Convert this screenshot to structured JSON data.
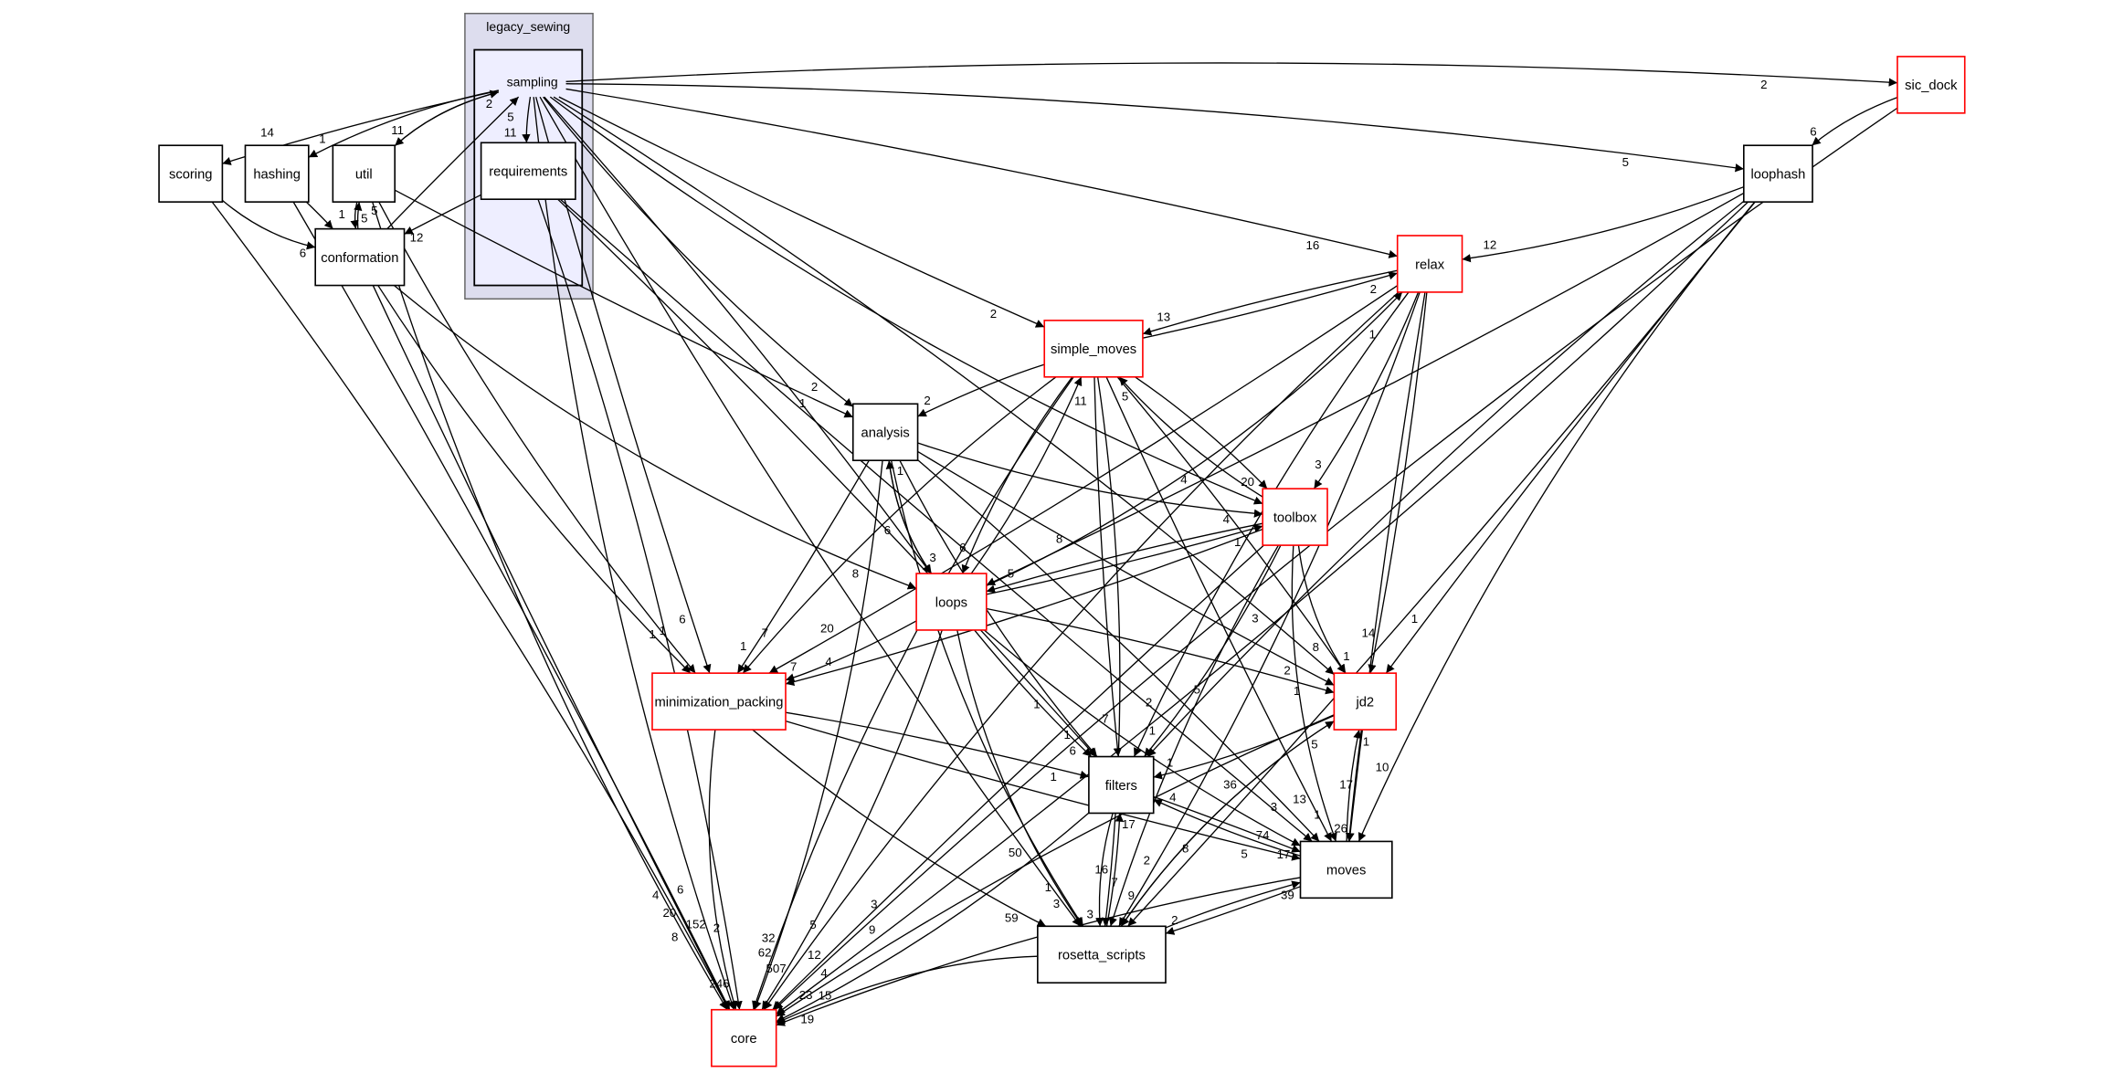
{
  "graph": {
    "outer_cluster": {
      "label": "legacy_sewing",
      "fill": "#ddddee",
      "stroke": "#666666"
    },
    "inner_cluster": {
      "label": "sampling",
      "fill": "#eeeeff",
      "stroke": "#000000"
    },
    "nodes": {
      "requirements": {
        "label": "requirements",
        "border": "#000000"
      },
      "scoring": {
        "label": "scoring",
        "border": "#000000"
      },
      "hashing": {
        "label": "hashing",
        "border": "#000000"
      },
      "util": {
        "label": "util",
        "border": "#000000"
      },
      "conformation": {
        "label": "conformation",
        "border": "#000000"
      },
      "sic_dock": {
        "label": "sic_dock",
        "border": "#ff0000"
      },
      "loophash": {
        "label": "loophash",
        "border": "#000000"
      },
      "relax": {
        "label": "relax",
        "border": "#ff0000"
      },
      "simple_moves": {
        "label": "simple_moves",
        "border": "#ff0000"
      },
      "analysis": {
        "label": "analysis",
        "border": "#000000"
      },
      "toolbox": {
        "label": "toolbox",
        "border": "#ff0000"
      },
      "loops": {
        "label": "loops",
        "border": "#ff0000"
      },
      "minimization_packing": {
        "label": "minimization_packing",
        "border": "#ff0000"
      },
      "jd2": {
        "label": "jd2",
        "border": "#ff0000"
      },
      "filters": {
        "label": "filters",
        "border": "#000000"
      },
      "moves": {
        "label": "moves",
        "border": "#000000"
      },
      "rosetta_scripts": {
        "label": "rosetta_scripts",
        "border": "#000000"
      },
      "core": {
        "label": "core",
        "border": "#ff0000"
      }
    },
    "edges": [
      [
        "sampling",
        "sic_dock",
        "2"
      ],
      [
        "sampling",
        "requirements",
        "11"
      ],
      [
        "sampling",
        "scoring",
        "14"
      ],
      [
        "sampling",
        "hashing",
        "1"
      ],
      [
        "sampling",
        "util",
        "11"
      ],
      [
        "sampling",
        "loophash",
        "5"
      ],
      [
        "sampling",
        "relax",
        "16"
      ],
      [
        "sampling",
        "simple_moves",
        "2"
      ],
      [
        "sampling",
        "analysis",
        "2"
      ],
      [
        "sampling",
        "toolbox",
        "4"
      ],
      [
        "sampling",
        "jd2",
        "3"
      ],
      [
        "sampling",
        "loops",
        "6"
      ],
      [
        "sampling",
        "minimization_packing",
        "6"
      ],
      [
        "sampling",
        "rosetta_scripts",
        "50"
      ],
      [
        "sampling",
        "core",
        "152"
      ],
      [
        "util",
        "sampling",
        "2"
      ],
      [
        "conformation",
        "sampling",
        "5"
      ],
      [
        "util",
        "conformation",
        "5"
      ],
      [
        "conformation",
        "util",
        "5"
      ],
      [
        "scoring",
        "conformation",
        "6"
      ],
      [
        "hashing",
        "conformation",
        "1"
      ],
      [
        "requirements",
        "conformation",
        "12"
      ],
      [
        "util",
        "analysis",
        "1"
      ],
      [
        "util",
        "minimization_packing",
        "1"
      ],
      [
        "util",
        "core",
        "8"
      ],
      [
        "scoring",
        "core",
        "4"
      ],
      [
        "hashing",
        "core",
        "6"
      ],
      [
        "conformation",
        "core",
        "20"
      ],
      [
        "conformation",
        "minimization_packing",
        "1"
      ],
      [
        "conformation",
        "loops",
        "8"
      ],
      [
        "requirements",
        "core",
        "2"
      ],
      [
        "requirements",
        "filters",
        "1"
      ],
      [
        "requirements",
        "moves",
        "36"
      ],
      [
        "sic_dock",
        "loophash",
        "6"
      ],
      [
        "sic_dock",
        "core",
        "3"
      ],
      [
        "loophash",
        "relax",
        "12"
      ],
      [
        "loophash",
        "loops",
        "8"
      ],
      [
        "loophash",
        "jd2",
        "1"
      ],
      [
        "loophash",
        "filters",
        "5"
      ],
      [
        "loophash",
        "moves",
        "10"
      ],
      [
        "loophash",
        "core",
        "9"
      ],
      [
        "loophash",
        "rosetta_scripts",
        "8"
      ],
      [
        "relax",
        "simple_moves",
        "13"
      ],
      [
        "simple_moves",
        "relax",
        "2"
      ],
      [
        "loops",
        "relax",
        "1"
      ],
      [
        "relax",
        "toolbox",
        "3"
      ],
      [
        "relax",
        "jd2",
        "14"
      ],
      [
        "relax",
        "moves",
        "17"
      ],
      [
        "relax",
        "filters",
        "2"
      ],
      [
        "relax",
        "core",
        "5"
      ],
      [
        "relax",
        "rosetta_scripts",
        "2"
      ],
      [
        "relax",
        "minimization_packing",
        "20"
      ],
      [
        "simple_moves",
        "analysis",
        "2"
      ],
      [
        "simple_moves",
        "loops",
        "6"
      ],
      [
        "loops",
        "simple_moves",
        "11"
      ],
      [
        "simple_moves",
        "toolbox",
        "20"
      ],
      [
        "toolbox",
        "simple_moves",
        "5"
      ],
      [
        "simple_moves",
        "filters",
        "7"
      ],
      [
        "simple_moves",
        "minimization_packing",
        "7"
      ],
      [
        "simple_moves",
        "core",
        "32"
      ],
      [
        "simple_moves",
        "rosetta_scripts",
        "16"
      ],
      [
        "simple_moves",
        "jd2",
        "8"
      ],
      [
        "simple_moves",
        "moves",
        "13"
      ],
      [
        "analysis",
        "toolbox",
        "4"
      ],
      [
        "analysis",
        "loops",
        "3"
      ],
      [
        "loops",
        "analysis",
        "1"
      ],
      [
        "analysis",
        "minimization_packing",
        "1"
      ],
      [
        "analysis",
        "jd2",
        "2"
      ],
      [
        "analysis",
        "filters",
        "1"
      ],
      [
        "analysis",
        "rosetta_scripts",
        "1"
      ],
      [
        "analysis",
        "core",
        "62"
      ],
      [
        "analysis",
        "moves",
        "3"
      ],
      [
        "toolbox",
        "loops",
        "5"
      ],
      [
        "loops",
        "toolbox",
        "1"
      ],
      [
        "toolbox",
        "jd2",
        "1"
      ],
      [
        "toolbox",
        "filters",
        "1"
      ],
      [
        "toolbox",
        "minimization_packing",
        "4"
      ],
      [
        "toolbox",
        "core",
        "12"
      ],
      [
        "toolbox",
        "rosetta_scripts",
        "7"
      ],
      [
        "toolbox",
        "moves",
        "1"
      ],
      [
        "loops",
        "minimization_packing",
        "7"
      ],
      [
        "loops",
        "jd2",
        "1"
      ],
      [
        "loops",
        "filters",
        "6"
      ],
      [
        "loops",
        "moves",
        "74"
      ],
      [
        "loops",
        "rosetta_scripts",
        "3"
      ],
      [
        "loops",
        "core",
        "507"
      ],
      [
        "minimization_packing",
        "filters",
        "1"
      ],
      [
        "minimization_packing",
        "moves",
        "5"
      ],
      [
        "minimization_packing",
        "rosetta_scripts",
        "59"
      ],
      [
        "minimization_packing",
        "core",
        "246"
      ],
      [
        "jd2",
        "filters",
        "1"
      ],
      [
        "jd2",
        "moves",
        "26"
      ],
      [
        "moves",
        "jd2",
        "1"
      ],
      [
        "jd2",
        "core",
        "4"
      ],
      [
        "jd2",
        "rosetta_scripts",
        "9"
      ],
      [
        "rosetta_scripts",
        "jd2",
        "5"
      ],
      [
        "filters",
        "moves",
        "17"
      ],
      [
        "moves",
        "filters",
        "4"
      ],
      [
        "filters",
        "rosetta_scripts",
        "3"
      ],
      [
        "rosetta_scripts",
        "filters",
        "17"
      ],
      [
        "filters",
        "core",
        "23"
      ],
      [
        "moves",
        "rosetta_scripts",
        "2"
      ],
      [
        "rosetta_scripts",
        "moves",
        "39"
      ],
      [
        "moves",
        "core",
        "15"
      ],
      [
        "rosetta_scripts",
        "core",
        "19"
      ]
    ]
  }
}
